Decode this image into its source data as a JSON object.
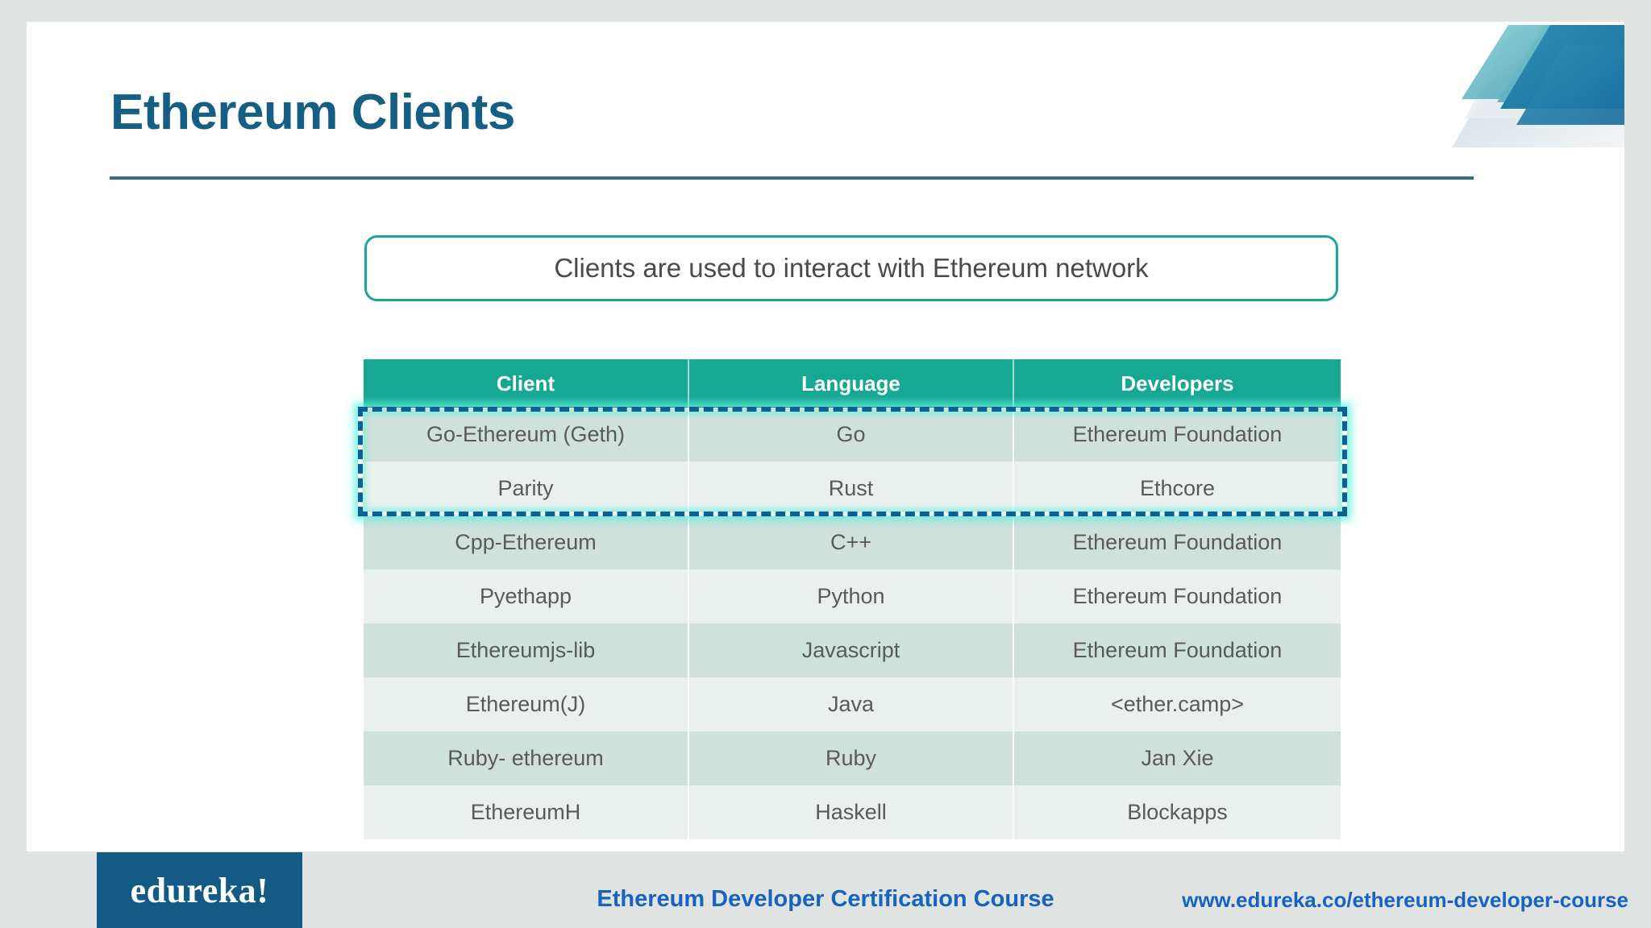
{
  "slide": {
    "title": "Ethereum Clients",
    "callout": "Clients are used to interact with Ethereum network"
  },
  "table": {
    "headers": [
      "Client",
      "Language",
      "Developers"
    ],
    "rows": [
      {
        "client": "Go-Ethereum (Geth)",
        "language": "Go",
        "developers": "Ethereum Foundation",
        "highlighted": true
      },
      {
        "client": "Parity",
        "language": "Rust",
        "developers": "Ethcore",
        "highlighted": true
      },
      {
        "client": "Cpp-Ethereum",
        "language": "C++",
        "developers": "Ethereum Foundation",
        "highlighted": false
      },
      {
        "client": "Pyethapp",
        "language": "Python",
        "developers": "Ethereum Foundation",
        "highlighted": false
      },
      {
        "client": "Ethereumjs-lib",
        "language": "Javascript",
        "developers": "Ethereum Foundation",
        "highlighted": false
      },
      {
        "client": "Ethereum(J)",
        "language": "Java",
        "developers": "<ether.camp>",
        "highlighted": false
      },
      {
        "client": "Ruby- ethereum",
        "language": "Ruby",
        "developers": "Jan Xie",
        "highlighted": false
      },
      {
        "client": "EthereumH",
        "language": "Haskell",
        "developers": "Blockapps",
        "highlighted": false
      }
    ]
  },
  "footer": {
    "logo": "edureka!",
    "course": "Ethereum Developer Certification Course",
    "url": "www.edureka.co/ethereum-developer-course"
  },
  "colors": {
    "title": "#155e84",
    "header_teal": "#16a893",
    "row_dark": "#cfe1db",
    "row_light": "#eaf0ee",
    "highlight_border": "#0d5f96",
    "highlight_glow": "#5ff0de",
    "footer_blue": "#1763c2",
    "logo_bg": "#135b84",
    "page_bg": "#dfe3e2"
  }
}
